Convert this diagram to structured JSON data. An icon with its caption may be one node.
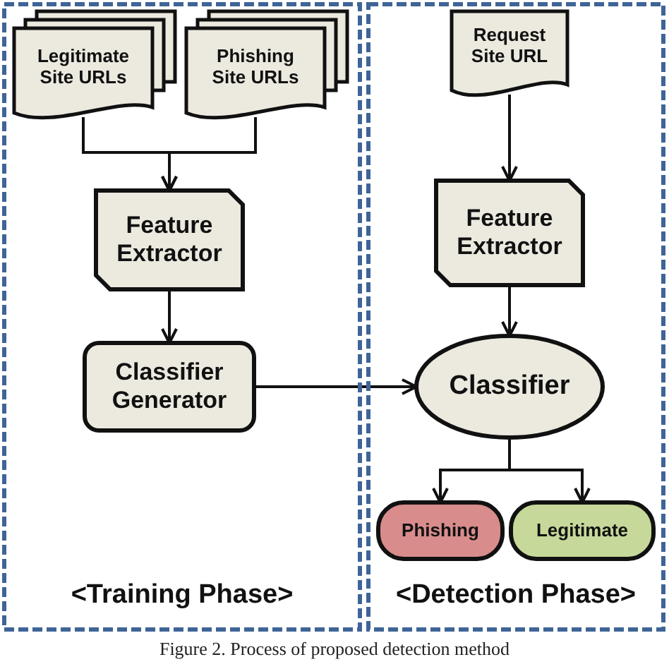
{
  "diagram": {
    "caption": "Figure 2.  Process of proposed detection method",
    "nodes": [
      {
        "text": [
          "<Training Phase>"
        ]
      },
      {
        "text": [
          "<Detection Phase>"
        ]
      },
      {
        "text": [
          "Legitimate Site URLs"
        ],
        "in": 0
      },
      {
        "text": [
          "Phishing Site URLs"
        ],
        "in": 0
      },
      {
        "text": [
          "Feature Extractor"
        ],
        "in": 0
      },
      {
        "text": [
          "Classifier Generator"
        ],
        "in": 0
      },
      {
        "text": [
          "Request Site URL"
        ],
        "in": 1
      },
      {
        "text": [
          "Feature Extractor"
        ],
        "in": 1
      },
      {
        "text": [
          "Classifier"
        ],
        "in": 1
      },
      {
        "text": [
          "Phishing"
        ],
        "in": 1
      },
      {
        "text": [
          "Legitimate"
        ],
        "in": 1
      }
    ],
    "edges": [
      {
        "from": 2,
        "to": 4,
        "arrow": "to"
      },
      {
        "from": 3,
        "to": 4,
        "arrow": "to"
      },
      {
        "from": 4,
        "to": 5,
        "arrow": "to"
      },
      {
        "from": 5,
        "to": 8,
        "arrow": "to"
      },
      {
        "from": 6,
        "to": 7,
        "arrow": "to"
      },
      {
        "from": 7,
        "to": 8,
        "arrow": "to"
      },
      {
        "from": 8,
        "to": 9,
        "arrow": "to"
      },
      {
        "from": 8,
        "to": 10,
        "arrow": "to"
      }
    ]
  }
}
